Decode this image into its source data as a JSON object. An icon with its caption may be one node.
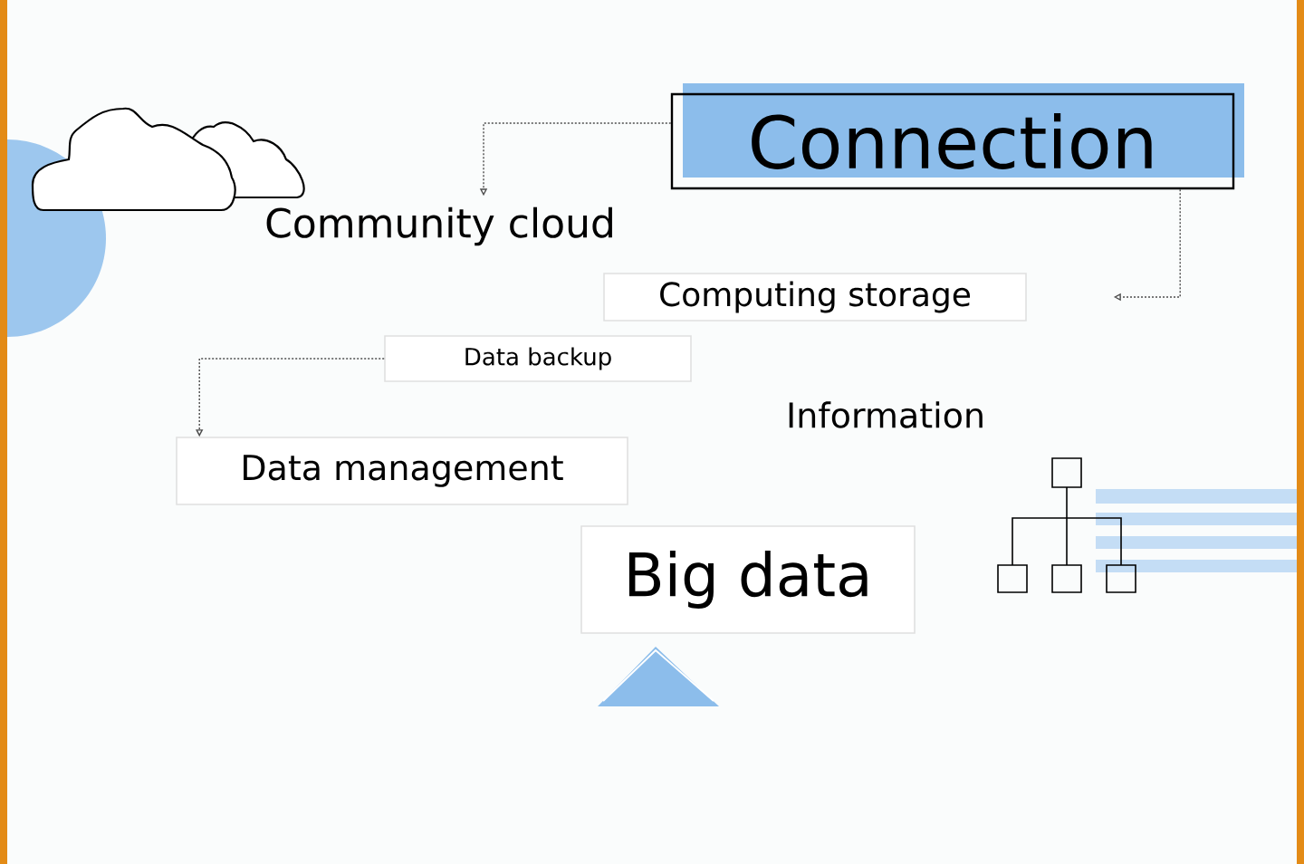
{
  "diagram": {
    "nodes": [
      {
        "text": [
          "Connection"
        ]
      },
      {
        "text": [
          "Community cloud"
        ]
      },
      {
        "text": [
          "Computing storage"
        ]
      },
      {
        "text": [
          "Data backup"
        ]
      },
      {
        "text": [
          "Data management"
        ]
      },
      {
        "text": [
          "Information"
        ]
      },
      {
        "text": [
          "Big data"
        ]
      }
    ],
    "edges": [
      {
        "from": 0,
        "to": 1,
        "arrow": "to",
        "style": "dashed"
      },
      {
        "from": 0,
        "to": 2,
        "arrow": "to",
        "style": "dashed"
      },
      {
        "from": 3,
        "to": 4,
        "arrow": "to",
        "style": "dashed"
      }
    ]
  }
}
